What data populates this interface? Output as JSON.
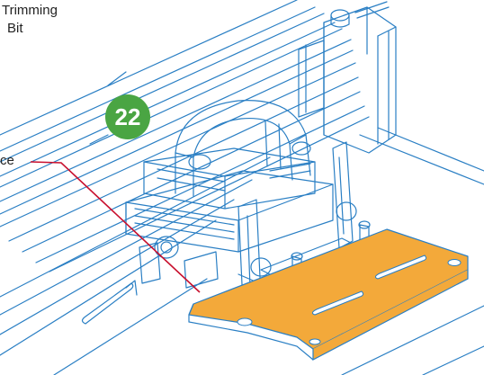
{
  "labels": {
    "trimming_line1": "Trimming",
    "trimming_line2": "Bit",
    "face_text": "ce"
  },
  "badge": {
    "number": "22"
  },
  "colors": {
    "line": "#2a7fc4",
    "sole": "#f3a93a",
    "badge": "#4aa543",
    "leader": "#c8102e"
  }
}
